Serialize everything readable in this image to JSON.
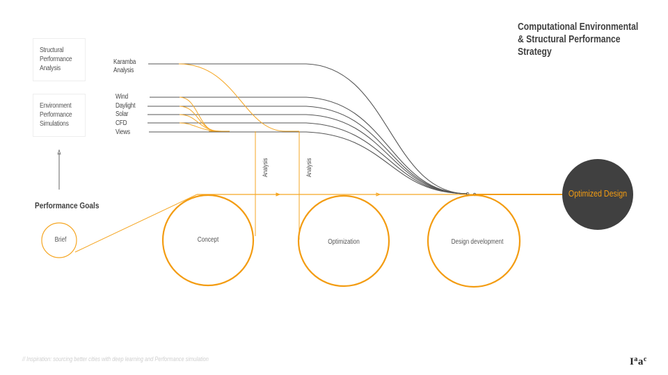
{
  "title": {
    "lines": [
      "Computational Environmental",
      "& Structural Performance",
      "Strategy"
    ]
  },
  "categories": {
    "structural": {
      "lines": [
        "Structural",
        "Performance",
        "Analysis"
      ]
    },
    "environment": {
      "lines": [
        "Environment",
        "Performance",
        "Simulations"
      ]
    }
  },
  "inputs": {
    "karamba": [
      "Karamba",
      "Analysis"
    ],
    "environment": [
      "Wind",
      "Daylight",
      "Solar",
      "CFD",
      "Views"
    ]
  },
  "performance_goals": "Performance Goals",
  "stages": [
    {
      "id": "brief",
      "label": "Brief"
    },
    {
      "id": "concept",
      "label": "Concept"
    },
    {
      "id": "optimization",
      "label": "Optimization"
    },
    {
      "id": "design-development",
      "label": "Design development"
    }
  ],
  "outcome": "Optimized Design",
  "analysis_labels": [
    "Analysis",
    "Analysis"
  ],
  "footer": "// Inspiration: sourcing better cities with deep learning and Performance simulation",
  "logo": {
    "main": "I",
    "sup1": "a",
    "mid": "a",
    "sup2": "c"
  },
  "colors": {
    "accent": "#f39c12",
    "dark": "#404040",
    "line": "#555555",
    "footer": "#cfcfcf"
  }
}
